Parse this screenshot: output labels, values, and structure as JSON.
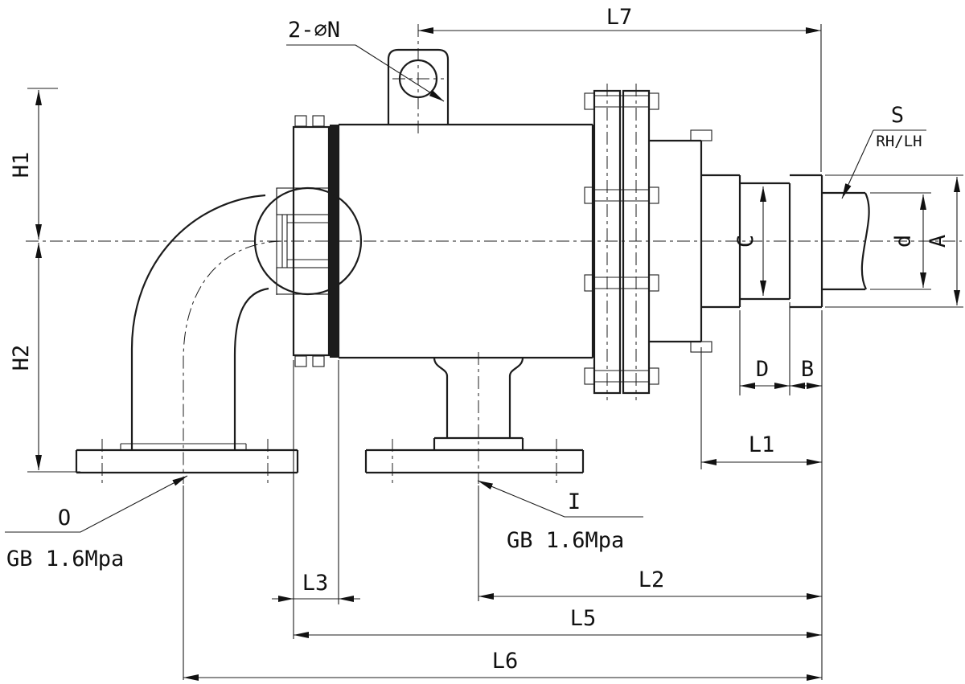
{
  "drawing": {
    "type": "technical-drawing",
    "subject": "rotary-joint-section-view",
    "labels": {
      "hole_callout": "2-∅N",
      "l7": "L7",
      "s": "S",
      "rh_lh": "RH/LH",
      "h1": "H1",
      "h2": "H2",
      "c": "C",
      "d_small": "d",
      "a": "A",
      "d_cap": "D",
      "b": "B",
      "l1": "L1",
      "o_port": "O",
      "o_spec": "GB 1.6Mpa",
      "i_port": "I",
      "i_spec": "GB 1.6Mpa",
      "l3": "L3",
      "l2": "L2",
      "l5": "L5",
      "l6": "L6"
    }
  }
}
